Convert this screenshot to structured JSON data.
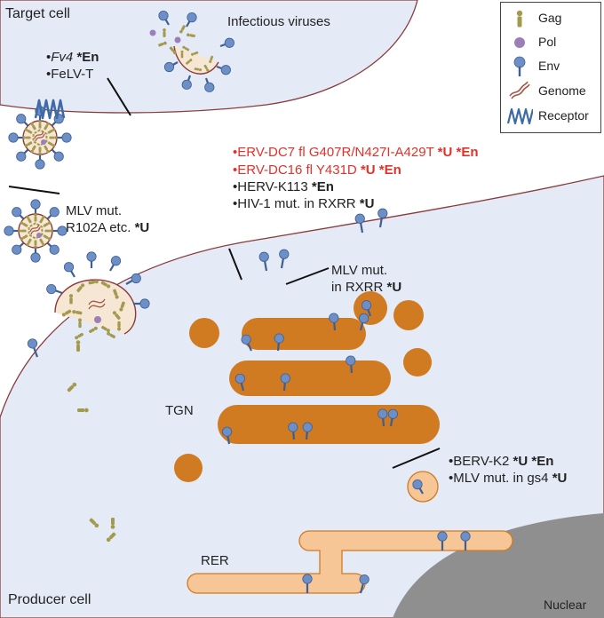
{
  "cells": {
    "target_label": "Target cell",
    "producer_label": "Producer cell",
    "infectious_viruses": "Infectious viruses",
    "nuclear_label": "Nuclear",
    "tgn_label": "TGN",
    "rer_label": "RER"
  },
  "legend": {
    "items": [
      {
        "label": "Gag",
        "icon": "gag-icon"
      },
      {
        "label": "Pol",
        "icon": "pol-icon"
      },
      {
        "label": "Env",
        "icon": "env-icon"
      },
      {
        "label": "Genome",
        "icon": "genome-icon"
      },
      {
        "label": "Receptor",
        "icon": "receptor-icon"
      }
    ]
  },
  "annotations": {
    "target_block": [
      {
        "prefix": "•",
        "italic": "Fv4",
        "rest": " ",
        "tag": "*En"
      },
      {
        "prefix": "•",
        "italic": "",
        "rest": "FeLV-T",
        "tag": ""
      }
    ],
    "mlv_r102a": {
      "line1": "MLV mut.",
      "line2": "R102A etc. ",
      "tag": "*U"
    },
    "membrane_block": [
      {
        "text": "•ERV-DC7 fl G407R/N427I-A429T ",
        "tag": "*U *En",
        "color": "#e0322a"
      },
      {
        "text": "•ERV-DC16 fl Y431D ",
        "tag": "*U *En",
        "color": "#e0322a"
      },
      {
        "text": "•HERV-K113 ",
        "tag": "*En",
        "color": "#222222"
      },
      {
        "text": "•HIV-1 mut. in RXRR ",
        "tag": "*U",
        "color": "#222222"
      }
    ],
    "mlv_rxrr": {
      "line1": "MLV mut.",
      "line2": "in RXRR ",
      "tag": "*U"
    },
    "vesicle_block": [
      {
        "text": "•BERV-K2 ",
        "tag": "*U *En"
      },
      {
        "text": "•MLV mut. in gs4 ",
        "tag": "*U"
      }
    ]
  },
  "colors": {
    "gag": "#a39a4e",
    "pol": "#9b7fb8",
    "env": "#6d8fc8",
    "genome": "#a0584a",
    "receptor": "#3f6aa6",
    "organelle": "#d07a22",
    "rer": "#f6c697",
    "cell_fill": "#e4ebf6",
    "membrane": "#8b3a3a"
  }
}
